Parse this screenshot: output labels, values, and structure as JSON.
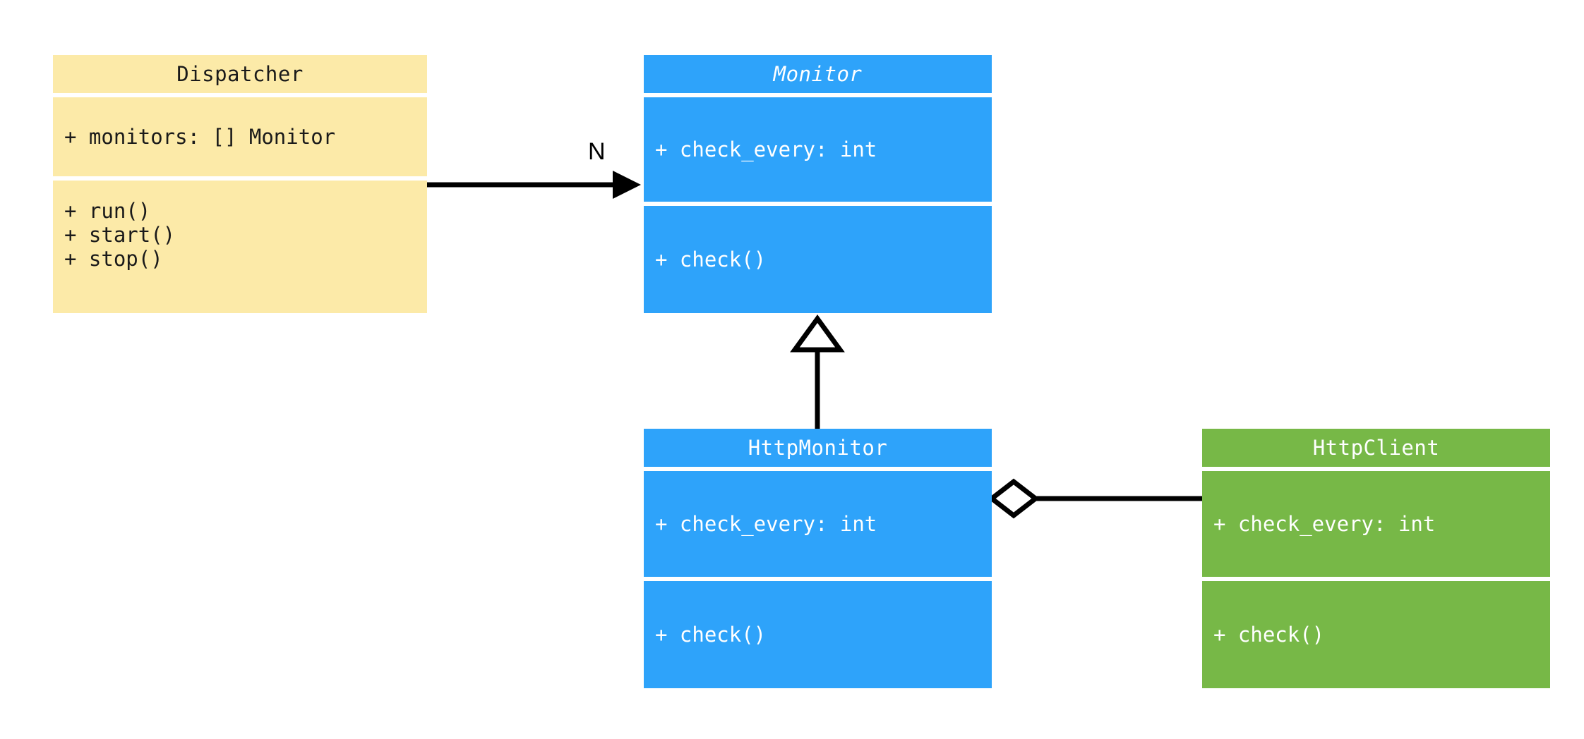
{
  "diagram": {
    "kind": "uml-class-diagram",
    "background": "#ffffff",
    "palette": {
      "yellow": "#fceaa8",
      "blue": "#2ea3fa",
      "green": "#77b847",
      "line": "#000000",
      "text_dark": "#1a1a1a",
      "text_light": "#ffffff"
    }
  },
  "classes": {
    "dispatcher": {
      "name": "Dispatcher",
      "abstract": false,
      "color": "#fceaa8",
      "attributes": [
        "+ monitors: [] Monitor"
      ],
      "methods": [
        "+ run()",
        "+ start()",
        "+ stop()"
      ]
    },
    "monitor": {
      "name": "Monitor",
      "abstract": true,
      "color": "#2ea3fa",
      "attributes": [
        "+ check_every: int"
      ],
      "methods": [
        "+ check()"
      ]
    },
    "http_monitor": {
      "name": "HttpMonitor",
      "abstract": false,
      "color": "#2ea3fa",
      "attributes": [
        "+ check_every: int"
      ],
      "methods": [
        "+ check()"
      ]
    },
    "http_client": {
      "name": "HttpClient",
      "abstract": false,
      "color": "#77b847",
      "attributes": [
        "+ check_every: int"
      ],
      "methods": [
        "+ check()"
      ]
    }
  },
  "relations": {
    "dispatcher_to_monitor": {
      "type": "association",
      "from": "Dispatcher",
      "to": "Monitor",
      "label": "N",
      "arrowhead": "filled-arrow"
    },
    "http_monitor_to_monitor": {
      "type": "generalization",
      "from": "HttpMonitor",
      "to": "Monitor",
      "label": "",
      "arrowhead": "hollow-triangle"
    },
    "http_monitor_to_http_client": {
      "type": "aggregation",
      "from": "HttpMonitor",
      "to": "HttpClient",
      "label": "",
      "arrowhead": "hollow-diamond"
    }
  }
}
